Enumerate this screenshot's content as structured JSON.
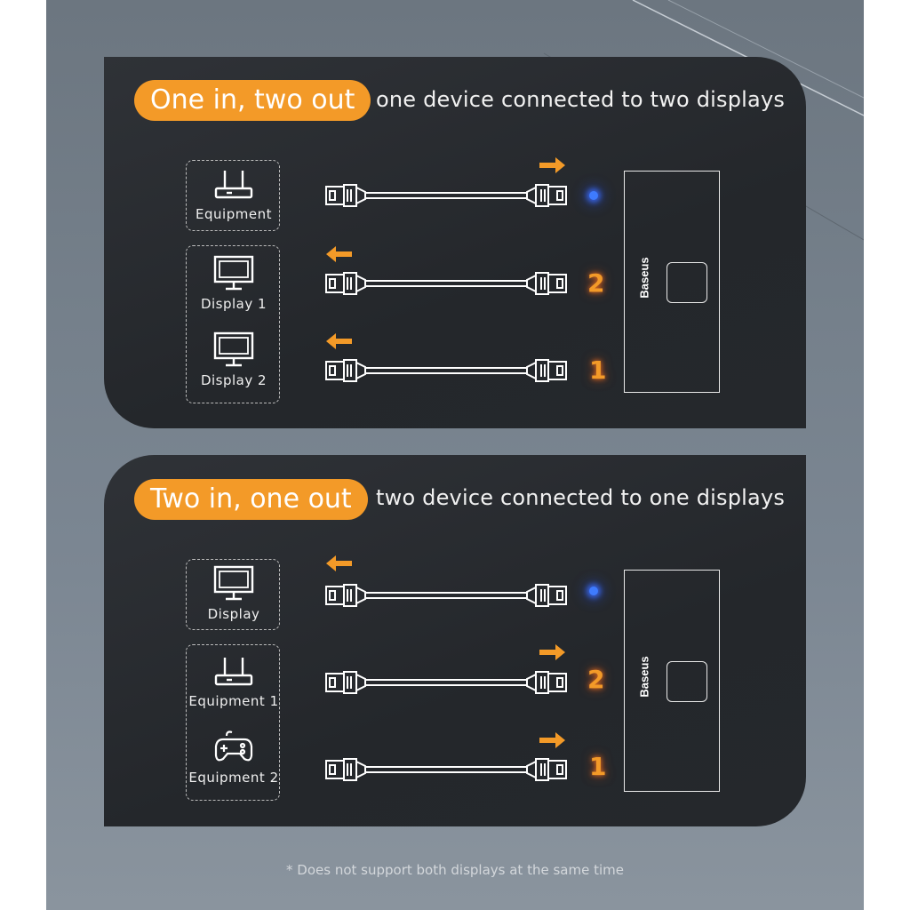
{
  "section1": {
    "pill": "One in, two out",
    "subtitle": "one device connected to two displays",
    "devices": [
      {
        "label": "Equipment",
        "icon": "router-icon"
      },
      {
        "label": "Display 1",
        "icon": "monitor-icon"
      },
      {
        "label": "Display 2",
        "icon": "monitor-icon"
      }
    ],
    "ports": [
      "2",
      "1"
    ],
    "brand": "Baseus"
  },
  "section2": {
    "pill": "Two in, one out",
    "subtitle": "two device connected to one displays",
    "devices": [
      {
        "label": "Display",
        "icon": "monitor-icon"
      },
      {
        "label": "Equipment 1",
        "icon": "router-icon"
      },
      {
        "label": "Equipment 2",
        "icon": "gamepad-icon"
      }
    ],
    "ports": [
      "2",
      "1"
    ],
    "brand": "Baseus"
  },
  "footnote": "* Does not support both displays at the same time",
  "colors": {
    "accent": "#f39a28",
    "led": "#3e7bff",
    "panel": "#26292d"
  }
}
